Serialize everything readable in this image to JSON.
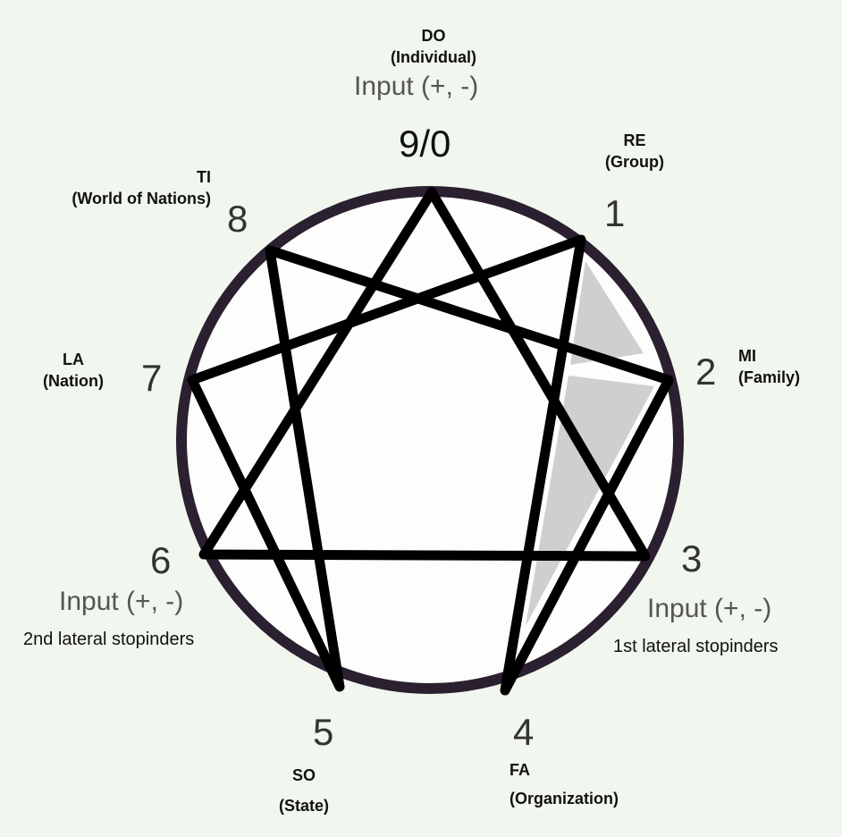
{
  "title_top": {
    "code": "DO",
    "name": "(Individual)",
    "input": "Input (+, -)",
    "number": "9/0"
  },
  "points": {
    "p1": {
      "number": "1",
      "code": "RE",
      "name": "(Group)"
    },
    "p2": {
      "number": "2",
      "code": "MI",
      "name": "(Family)"
    },
    "p3": {
      "number": "3",
      "input": "Input (+, -)",
      "note": "1st lateral stopinders"
    },
    "p4": {
      "number": "4",
      "code": "FA",
      "name": "(Organization)"
    },
    "p5": {
      "number": "5",
      "code": "SO",
      "name": "(State)"
    },
    "p6": {
      "number": "6",
      "input": "Input (+, -)",
      "note": "2nd lateral stopinders"
    },
    "p7": {
      "number": "7",
      "code": "LA",
      "name": "(Nation)"
    },
    "p8": {
      "number": "8",
      "code": "TI",
      "name": "(World of Nations)"
    }
  },
  "colors": {
    "circle": "#2a2030",
    "lines": "#000000",
    "shade": "#cfcfcf",
    "background": "#f1f6ee"
  }
}
